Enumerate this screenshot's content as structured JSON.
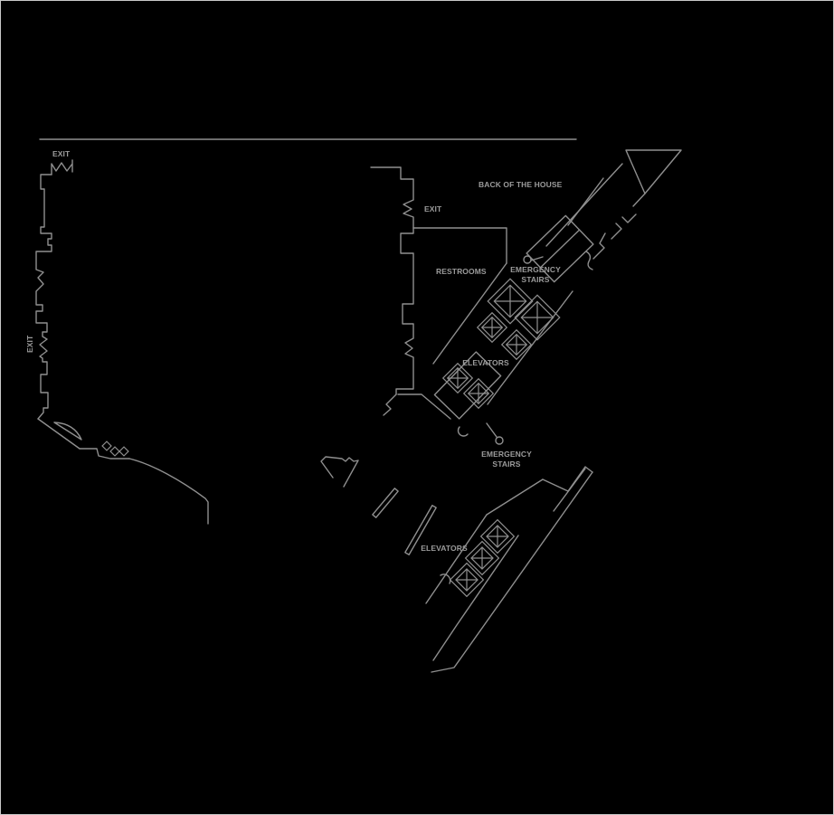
{
  "colors": {
    "background": "#000000",
    "line": "#8f8f8f",
    "text": "#9b9b9b",
    "frame": "#c9c9c9"
  },
  "labels": {
    "exit_top_left": "EXIT",
    "exit_left_side": "EXIT",
    "exit_center": "EXIT",
    "back_of_house": "BACK OF THE HOUSE",
    "restrooms": "RESTROOMS",
    "emergency_upper_line1": "EMERGENCY",
    "emergency_upper_line2": "STAIRS",
    "elevators_upper": "ELEVATORS",
    "emergency_lower_line1": "EMERGENCY",
    "emergency_lower_line2": "STAIRS",
    "elevators_lower": "ELEVATORS"
  },
  "icons": {
    "elevator_shaft": "square-with-x",
    "stair_block": "rotated-rectangle-with-divider",
    "door_swing": "quarter-arc",
    "door_marker": "small-circle",
    "door_leaf": "zigzag-chevron"
  }
}
